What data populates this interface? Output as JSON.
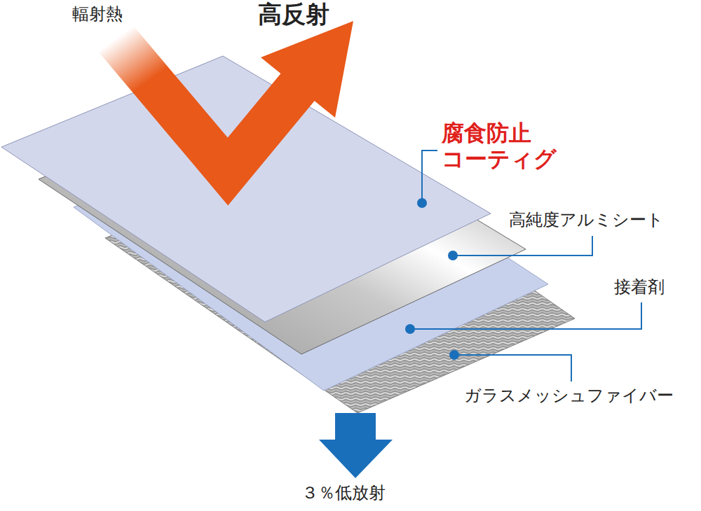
{
  "diagram": {
    "labels": [
      "輻射熱",
      "高反射",
      "腐食防止 コーティグ",
      "高純度アルミシート",
      "接着剤",
      "ガラスメッシュファイバー",
      "３％低放射"
    ]
  }
}
